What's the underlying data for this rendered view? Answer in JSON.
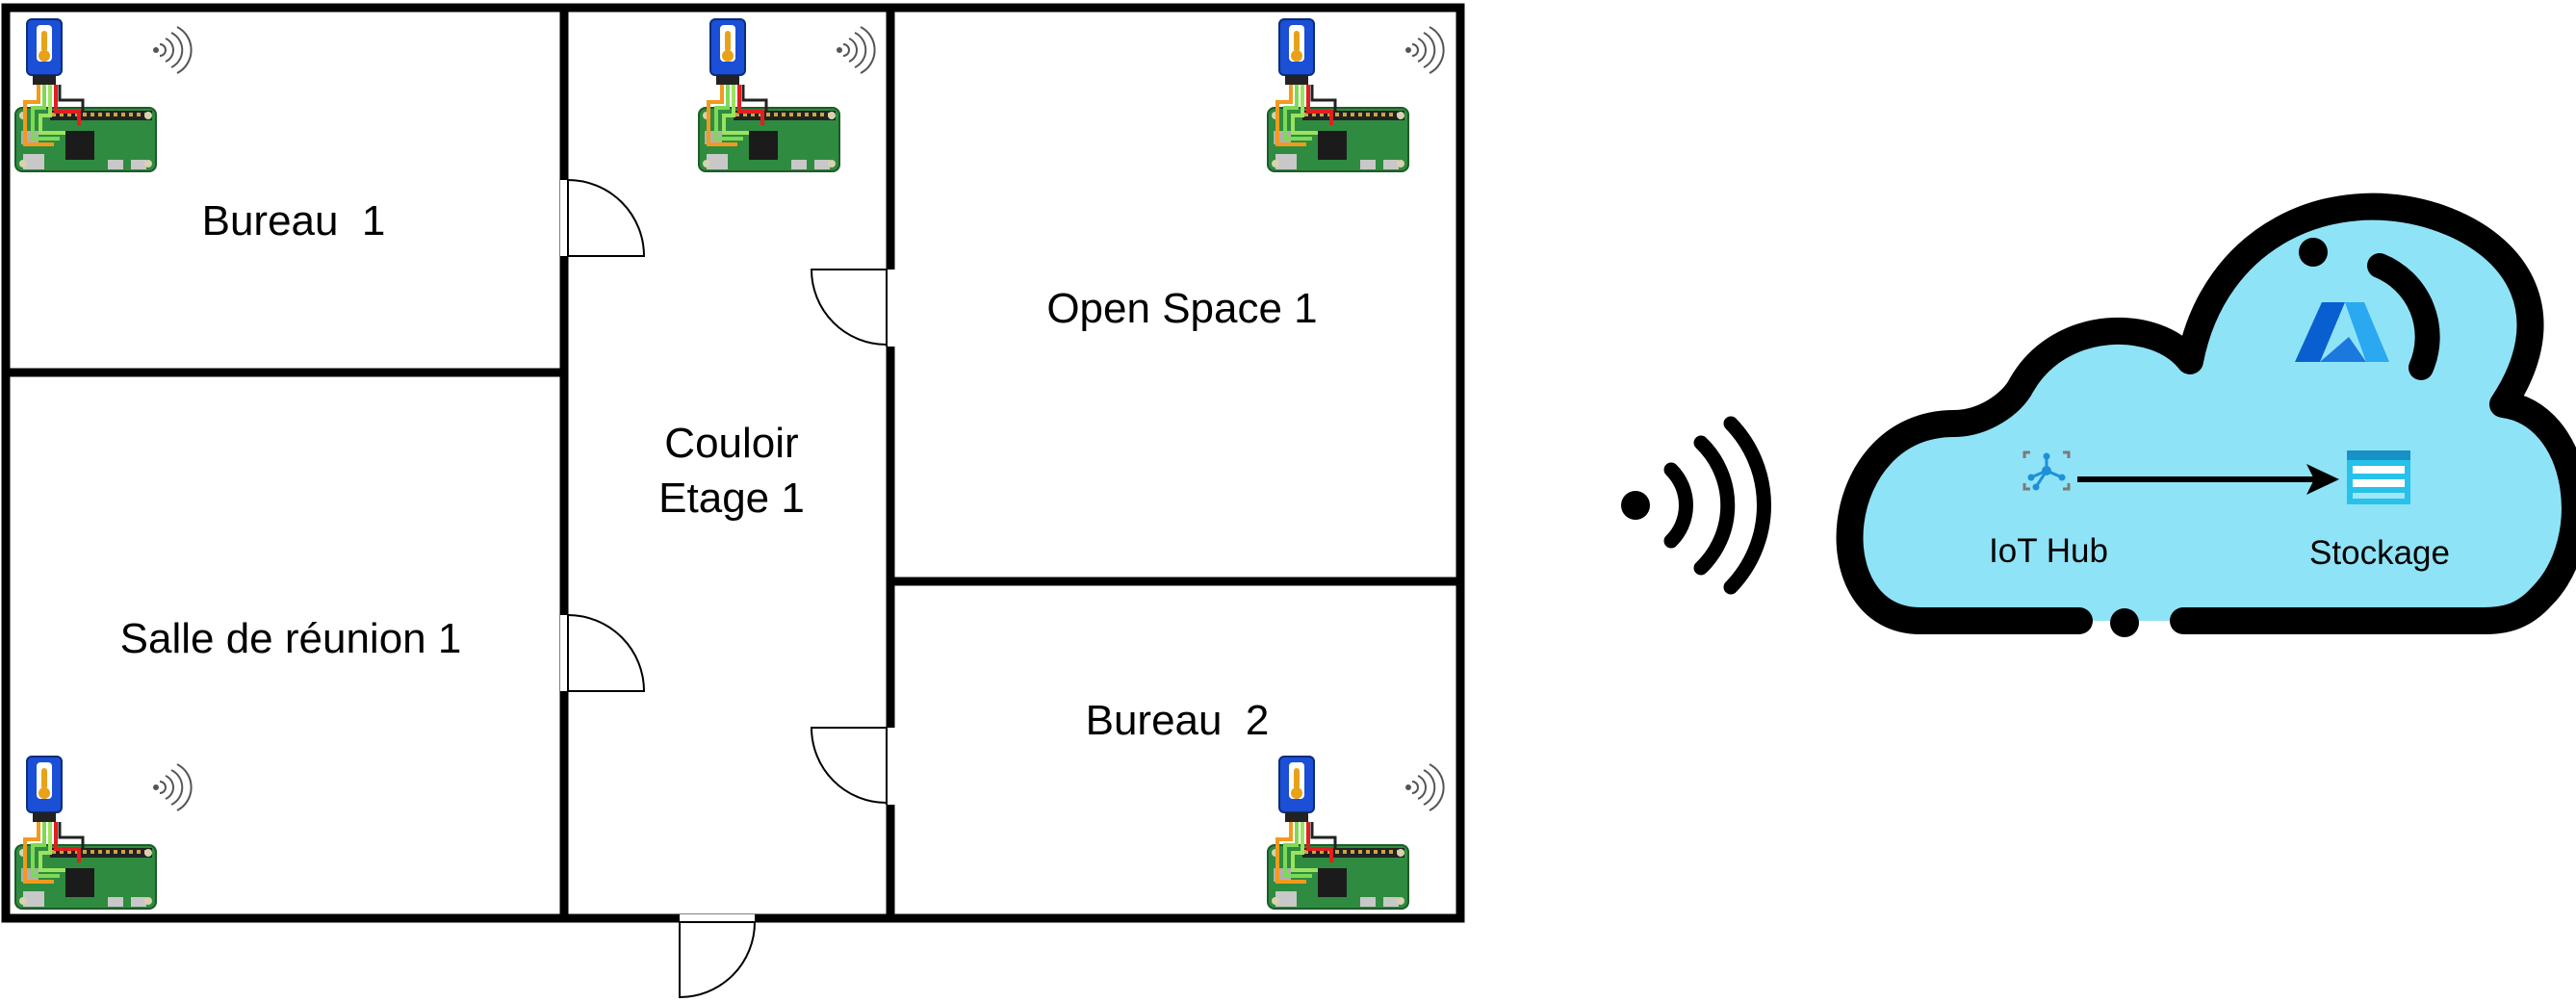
{
  "rooms": {
    "bureau1": "Bureau  1",
    "salle_reunion1": "Salle de réunion 1",
    "couloir_line1": "Couloir",
    "couloir_line2": "Etage 1",
    "open_space1": "Open Space 1",
    "bureau2": "Bureau  2"
  },
  "cloud": {
    "provider_icon": "azure-logo-icon",
    "services": {
      "iot_hub": "IoT Hub",
      "storage": "Stockage"
    },
    "fill_color": "#8fe3f6"
  },
  "devices": {
    "icon": "raspberry-pi-sensor-icon",
    "sensor_color": "#1a4fd6",
    "board_color": "#2e8b3f"
  },
  "signal_icon": "wireless-signal-icon"
}
